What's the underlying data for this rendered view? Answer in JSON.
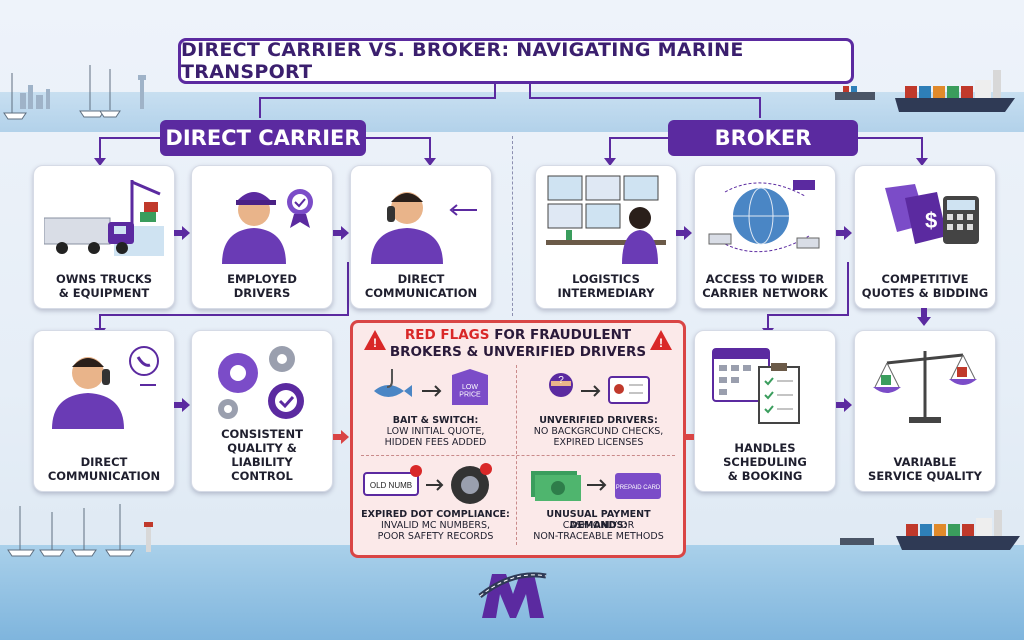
{
  "title": "DIRECT CARRIER VS. BROKER: NAVIGATING MARINE TRANSPORT",
  "sections": {
    "carrier": "DIRECT CARRIER",
    "broker": "BROKER"
  },
  "carrier_cards": [
    {
      "label": "OWNS TRUCKS\n& EQUIPMENT"
    },
    {
      "label": "EMPLOYED\nDRIVERS"
    },
    {
      "label": "DIRECT\nCOMMUNICATION"
    },
    {
      "label": "DIRECT\nCOMMUNICATION"
    },
    {
      "label": "CONSISTENT\nQUALITY & LIABILITY\nCONTROL"
    }
  ],
  "broker_cards": [
    {
      "label": "LOGISTICS\nINTERMEDIARY"
    },
    {
      "label": "ACCESS TO WIDER\nCARRIER NETWORK"
    },
    {
      "label": "COMPETITIVE\nQUOTES & BIDDING"
    },
    {
      "label": "HANDLES\nSCHEDULING\n& BOOKING"
    },
    {
      "label": "VARIABLE\nSERVICE QUALITY"
    }
  ],
  "red_flags": {
    "title_red": "RED FLAGS",
    "title_rest": " FOR FRAUDULENT",
    "title_line2": "BROKERS & UNVERIFIED DRIVERS",
    "items": [
      {
        "label": "BAIT & SWITCH:",
        "desc": "LOW INITIAL QUOTE,\nHIDDEN FEES ADDED",
        "art_text": "LOW\nPRICE"
      },
      {
        "label": "UNVERIFIED DRIVERS:",
        "desc": "NO BACKGRCUND CHECKS,\nEXPIRED LICENSES",
        "art_text": ""
      },
      {
        "label": "EXPIRED DOT COMPLIANCE:",
        "desc": "INVALID MC NUMBERS,\nPOOR SAFETY RECORDS",
        "art_text": "OLD NUMB"
      },
      {
        "label": "UNUSUAL PAYMENT DEMANDS:",
        "desc": "CASH-ONLY OR\nNON-TRACEABLE METHODS",
        "art_text": "PREPAID CARD"
      }
    ]
  },
  "colors": {
    "primary": "#5b2aa0",
    "alert": "#d94545",
    "card_bg": "#ffffff"
  }
}
